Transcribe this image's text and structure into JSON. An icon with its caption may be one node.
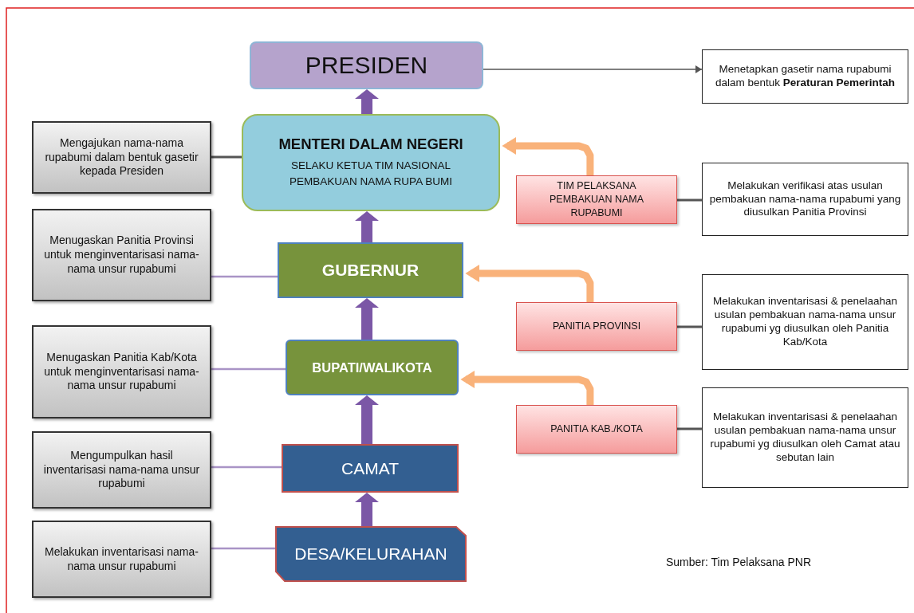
{
  "diagram": {
    "nodes": [
      {
        "text": [
          "PRESIDEN"
        ]
      },
      {
        "text": [
          "Menetapkan gasetir nama rupabumi dalam bentuk **Peraturan Pemerintah**"
        ]
      },
      {
        "text": [
          "MENTERI DALAM NEGERI",
          "SELAKU KETUA TIM NASIONAL PEMBAKUAN NAMA RUPA BUMI"
        ]
      },
      {
        "text": [
          "Mengajukan nama-nama rupabumi dalam bentuk gasetir kepada Presiden"
        ]
      },
      {
        "text": [
          "TIM PELAKSANA PEMBAKUAN NAMA RUPABUMI"
        ]
      },
      {
        "text": [
          "Melakukan verifikasi atas usulan pembakuan nama-nama rupabumi yang diusulkan Panitia Provinsi"
        ]
      },
      {
        "text": [
          "Menugaskan Panitia Provinsi  untuk menginventarisasi nama-nama unsur rupabumi"
        ]
      },
      {
        "text": [
          "GUBERNUR"
        ]
      },
      {
        "text": [
          "PANITIA PROVINSI"
        ]
      },
      {
        "text": [
          "Melakukan inventarisasi & penelaahan usulan pembakuan nama-nama unsur rupabumi yg diusulkan oleh Panitia Kab/Kota"
        ]
      },
      {
        "text": [
          "Menugaskan Panitia Kab/Kota  untuk menginventarisasi nama-nama unsur rupabumi"
        ]
      },
      {
        "text": [
          "BUPATI/WALIKOTA"
        ]
      },
      {
        "text": [
          "PANITIA KAB./KOTA"
        ]
      },
      {
        "text": [
          "Melakukan inventarisasi & penelaahan usulan pembakuan nama-nama unsur rupabumi yg diusulkan oleh Camat atau sebutan lain"
        ]
      },
      {
        "text": [
          "Mengumpulkan hasil inventarisasi nama-nama unsur rupabumi"
        ]
      },
      {
        "text": [
          "CAMAT"
        ]
      },
      {
        "text": [
          "Melakukan inventarisasi nama-nama unsur rupabumi"
        ]
      },
      {
        "text": [
          "DESA/KELURAHAN"
        ]
      }
    ],
    "edges": [
      {
        "from": 2,
        "to": 0,
        "arrow": "to",
        "style": "thick",
        "color": "#7b57a6"
      },
      {
        "from": 0,
        "to": 1,
        "arrow": "to"
      },
      {
        "from": 3,
        "to": 2,
        "arrow": "none"
      },
      {
        "from": 4,
        "to": 2,
        "arrow": "to",
        "style": "thick",
        "color": "#f9b27a"
      },
      {
        "from": 4,
        "to": 5,
        "arrow": "none"
      },
      {
        "from": 7,
        "to": 2,
        "arrow": "to",
        "style": "thick",
        "color": "#7b57a6"
      },
      {
        "from": 6,
        "to": 7,
        "arrow": "none",
        "color": "#a994c6"
      },
      {
        "from": 8,
        "to": 7,
        "arrow": "to",
        "style": "thick",
        "color": "#f9b27a"
      },
      {
        "from": 8,
        "to": 9,
        "arrow": "none"
      },
      {
        "from": 11,
        "to": 7,
        "arrow": "to",
        "style": "thick",
        "color": "#7b57a6"
      },
      {
        "from": 10,
        "to": 11,
        "arrow": "none",
        "color": "#a994c6"
      },
      {
        "from": 12,
        "to": 11,
        "arrow": "to",
        "style": "thick",
        "color": "#f9b27a"
      },
      {
        "from": 12,
        "to": 13,
        "arrow": "none"
      },
      {
        "from": 15,
        "to": 11,
        "arrow": "to",
        "style": "thick",
        "color": "#7b57a6"
      },
      {
        "from": 14,
        "to": 15,
        "arrow": "none",
        "color": "#a994c6"
      },
      {
        "from": 17,
        "to": 15,
        "arrow": "to",
        "style": "thick",
        "color": "#7b57a6"
      },
      {
        "from": 16,
        "to": 17,
        "arrow": "none",
        "color": "#a994c6"
      }
    ],
    "labels": [
      "Sumber: Tim Pelaksana PNR"
    ]
  }
}
